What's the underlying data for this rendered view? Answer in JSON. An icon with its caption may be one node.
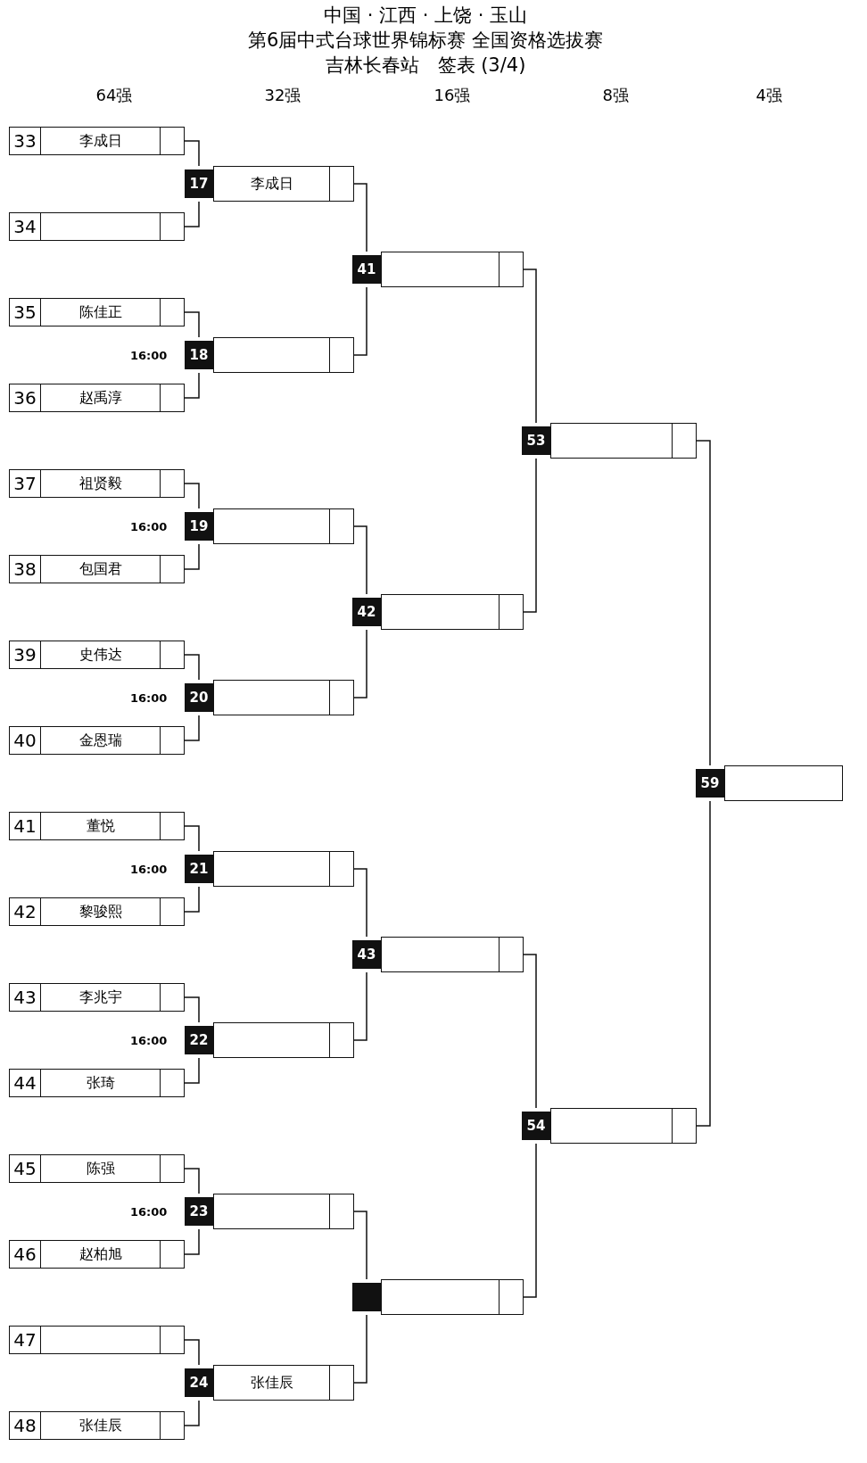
{
  "diagram": {
    "title": "第6届中式台球世界锦标赛 全国资格选拔赛",
    "nodes": [
      {
        "text": [
          "33",
          "李成日"
        ]
      },
      {
        "text": [
          "34"
        ]
      },
      {
        "text": [
          "35",
          "陈佳正"
        ]
      },
      {
        "text": [
          "36",
          "赵禹淳"
        ]
      },
      {
        "text": [
          "37",
          "祖贤毅"
        ]
      },
      {
        "text": [
          "38",
          "包国君"
        ]
      },
      {
        "text": [
          "39",
          "史伟达"
        ]
      },
      {
        "text": [
          "40",
          "金恩瑞"
        ]
      },
      {
        "text": [
          "41",
          "董悦"
        ]
      },
      {
        "text": [
          "42",
          "黎骏熙"
        ]
      },
      {
        "text": [
          "43",
          "李兆宇"
        ]
      },
      {
        "text": [
          "44",
          "张琦"
        ]
      },
      {
        "text": [
          "45",
          "陈强"
        ]
      },
      {
        "text": [
          "46",
          "赵柏旭"
        ]
      },
      {
        "text": [
          "47"
        ]
      },
      {
        "text": [
          "48",
          "张佳辰"
        ]
      },
      {
        "text": [
          "17",
          "李成日"
        ]
      },
      {
        "text": [
          "18"
        ],
        "beside": [
          "16:00"
        ]
      },
      {
        "text": [
          "19"
        ],
        "beside": [
          "16:00"
        ]
      },
      {
        "text": [
          "20"
        ],
        "beside": [
          "16:00"
        ]
      },
      {
        "text": [
          "21"
        ],
        "beside": [
          "16:00"
        ]
      },
      {
        "text": [
          "22"
        ],
        "beside": [
          "16:00"
        ]
      },
      {
        "text": [
          "23"
        ],
        "beside": [
          "16:00"
        ]
      },
      {
        "text": [
          "24",
          "张佳辰"
        ]
      },
      {
        "text": [
          "41"
        ]
      },
      {
        "text": [
          "42"
        ]
      },
      {
        "text": [
          "43"
        ]
      },
      {
        "text": [],
        "shape": "box"
      },
      {
        "text": [
          "53"
        ]
      },
      {
        "text": [
          "54"
        ]
      },
      {
        "text": [
          "59"
        ]
      }
    ],
    "edges": [
      {
        "from": 0,
        "to": 16,
        "arrow": "none"
      },
      {
        "from": 1,
        "to": 16,
        "arrow": "none"
      },
      {
        "from": 2,
        "to": 17,
        "arrow": "none"
      },
      {
        "from": 3,
        "to": 17,
        "arrow": "none"
      },
      {
        "from": 4,
        "to": 18,
        "arrow": "none"
      },
      {
        "from": 5,
        "to": 18,
        "arrow": "none"
      },
      {
        "from": 6,
        "to": 19,
        "arrow": "none"
      },
      {
        "from": 7,
        "to": 19,
        "arrow": "none"
      },
      {
        "from": 8,
        "to": 20,
        "arrow": "none"
      },
      {
        "from": 9,
        "to": 20,
        "arrow": "none"
      },
      {
        "from": 10,
        "to": 21,
        "arrow": "none"
      },
      {
        "from": 11,
        "to": 21,
        "arrow": "none"
      },
      {
        "from": 12,
        "to": 22,
        "arrow": "none"
      },
      {
        "from": 13,
        "to": 22,
        "arrow": "none"
      },
      {
        "from": 14,
        "to": 23,
        "arrow": "none"
      },
      {
        "from": 15,
        "to": 23,
        "arrow": "none"
      },
      {
        "from": 16,
        "to": 24,
        "arrow": "none"
      },
      {
        "from": 17,
        "to": 24,
        "arrow": "none"
      },
      {
        "from": 18,
        "to": 25,
        "arrow": "none"
      },
      {
        "from": 19,
        "to": 25,
        "arrow": "none"
      },
      {
        "from": 20,
        "to": 26,
        "arrow": "none"
      },
      {
        "from": 21,
        "to": 26,
        "arrow": "none"
      },
      {
        "from": 22,
        "to": 27,
        "arrow": "none"
      },
      {
        "from": 23,
        "to": 27,
        "arrow": "none"
      },
      {
        "from": 24,
        "to": 28,
        "arrow": "none"
      },
      {
        "from": 25,
        "to": 28,
        "arrow": "none"
      },
      {
        "from": 26,
        "to": 29,
        "arrow": "none"
      },
      {
        "from": 27,
        "to": 29,
        "arrow": "none"
      },
      {
        "from": 28,
        "to": 30,
        "arrow": "none"
      },
      {
        "from": 29,
        "to": 30,
        "arrow": "none"
      }
    ],
    "labels": [
      "中国 · 江西 · 上饶 · 玉山",
      "吉林长春站　签表 (3/4)",
      "64强",
      "32强",
      "16强",
      "8强",
      "4强"
    ]
  }
}
